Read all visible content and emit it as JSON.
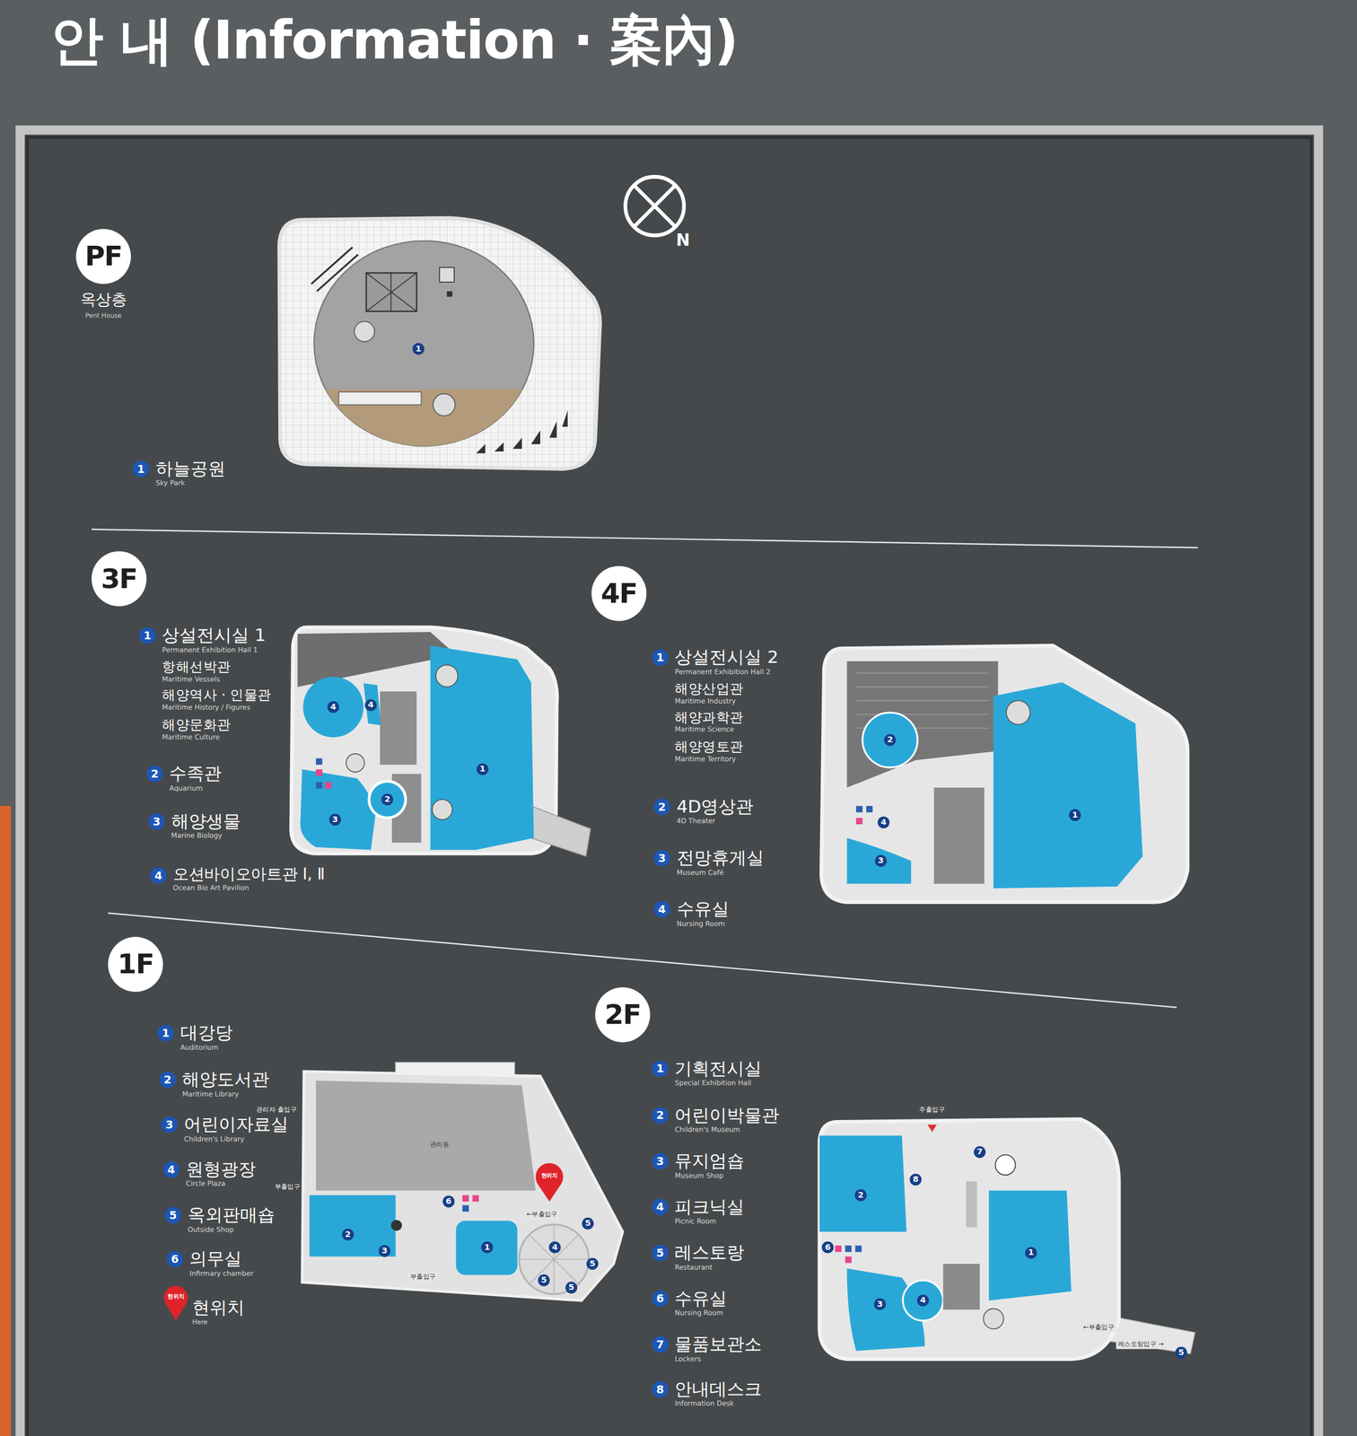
{
  "diagram": {
    "title": "안 내 (Information · 案內)",
    "nodes": [
      {
        "text": [
          "PF",
          "옥상층",
          "Pent House"
        ]
      },
      {
        "text": [
          "1",
          "하늘공원",
          "Sky Park"
        ]
      },
      {
        "text": [
          "3F"
        ]
      },
      {
        "text": [
          "1",
          "상설전시실 1",
          "Permanent Exhibition Hall 1",
          "항해선박관",
          "Maritime Vessels",
          "해양역사 · 인물관",
          "Maritime History / Figures",
          "해양문화관",
          "Maritime Culture"
        ]
      },
      {
        "text": [
          "2",
          "수족관",
          "Aquarium"
        ]
      },
      {
        "text": [
          "3",
          "해양생물",
          "Marine Biology"
        ]
      },
      {
        "text": [
          "4",
          "오션바이오아트관 Ⅰ, Ⅱ",
          "Ocean Bio Art Pavilion"
        ]
      },
      {
        "text": [
          "4F"
        ]
      },
      {
        "text": [
          "1",
          "상설전시실 2",
          "Permanent Exhibition Hall 2",
          "해양산업관",
          "Maritime Industry",
          "해양과학관",
          "Maritime Science",
          "해양영토관",
          "Maritime Territory"
        ]
      },
      {
        "text": [
          "2",
          "4D영상관",
          "4D Theater"
        ]
      },
      {
        "text": [
          "3",
          "전망휴게실",
          "Museum Café"
        ]
      },
      {
        "text": [
          "4",
          "수유실",
          "Nursing Room"
        ]
      },
      {
        "text": [
          "1F"
        ]
      },
      {
        "text": [
          "1",
          "대강당",
          "Auditorium"
        ]
      },
      {
        "text": [
          "2",
          "해양도서관",
          "Maritime Library"
        ]
      },
      {
        "text": [
          "3",
          "어린이자료실",
          "Children's Library"
        ]
      },
      {
        "text": [
          "4",
          "원형광장",
          "Circle Plaza"
        ]
      },
      {
        "text": [
          "5",
          "옥외판매숍",
          "Outside Shop"
        ]
      },
      {
        "text": [
          "6",
          "의무실",
          "Infirmary chamber"
        ]
      },
      {
        "text": [
          "2F"
        ]
      },
      {
        "text": [
          "1",
          "기획전시실",
          "Special Exhibition Hall"
        ]
      },
      {
        "text": [
          "2",
          "어린이박물관",
          "Children's Museum"
        ]
      },
      {
        "text": [
          "3",
          "뮤지엄숍",
          "Museum Shop"
        ]
      },
      {
        "text": [
          "4",
          "피크닉실",
          "Picnic Room"
        ]
      },
      {
        "text": [
          "5",
          "레스토랑",
          "Restaurant"
        ]
      },
      {
        "text": [
          "6",
          "수유실",
          "Nursing Room"
        ]
      },
      {
        "text": [
          "7",
          "물품보관소",
          "Lockers"
        ]
      },
      {
        "text": [
          "8",
          "안내데스크",
          "Information Desk"
        ]
      }
    ],
    "labels": [
      "N",
      "1",
      "4",
      "4",
      "1",
      "2",
      "3",
      "2",
      "1",
      "4",
      "3",
      "관리자 출입구",
      "관리동",
      "부출입구",
      "현위치",
      "6",
      "←부출입구",
      "5",
      "2",
      "3",
      "1",
      "4",
      "5",
      "5",
      "5",
      "부출입구",
      "주출입구",
      "7",
      "8",
      "2",
      "1",
      "6",
      "3",
      "4",
      "←부출입구",
      "레스토랑입구 →",
      "5",
      "현위치",
      "현위치",
      "Here"
    ]
  }
}
